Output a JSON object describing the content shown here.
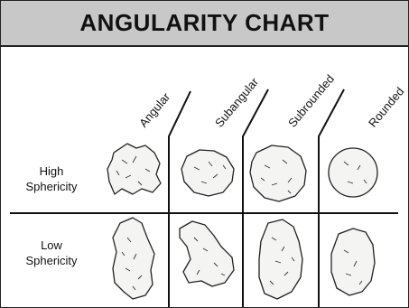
{
  "title": "ANGULARITY CHART",
  "columns": [
    "Angular",
    "Subangular",
    "Subrounded",
    "Rounded"
  ],
  "rows": [
    {
      "line1": "High",
      "line2": "Sphericity"
    },
    {
      "line1": "Low",
      "line2": "Sphericity"
    }
  ]
}
